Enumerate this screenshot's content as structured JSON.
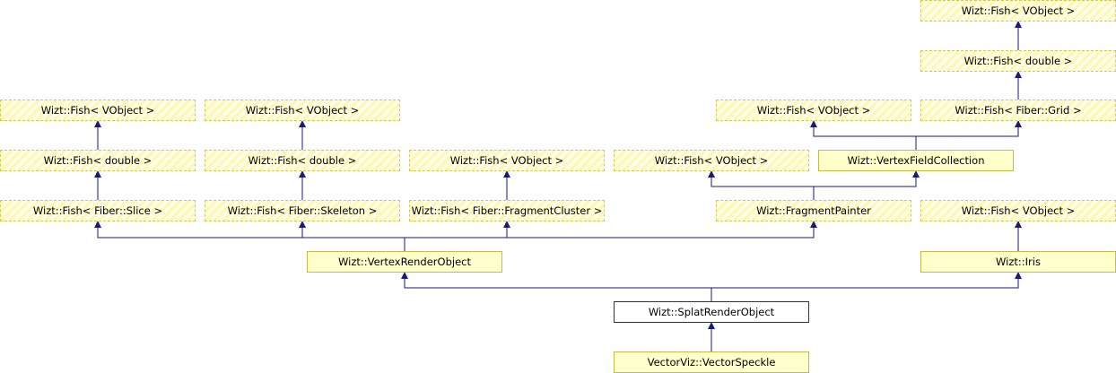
{
  "nodes": {
    "fish_vobject_top": "Wizt::Fish< VObject >",
    "fish_double_right": "Wizt::Fish< double >",
    "fish_vobject_1": "Wizt::Fish< VObject >",
    "fish_vobject_2": "Wizt::Fish< VObject >",
    "fish_vobject_5": "Wizt::Fish< VObject >",
    "fish_fiber_grid": "Wizt::Fish< Fiber::Grid >",
    "fish_double_1": "Wizt::Fish< double >",
    "fish_double_2": "Wizt::Fish< double >",
    "fish_vobject_3": "Wizt::Fish< VObject >",
    "fish_vobject_4": "Wizt::Fish< VObject >",
    "vertex_field_collection": "Wizt::VertexFieldCollection",
    "fish_fiber_slice": "Wizt::Fish< Fiber::Slice >",
    "fish_fiber_skeleton": "Wizt::Fish< Fiber::Skeleton >",
    "fish_fiber_fragmentcluster": "Wizt::Fish< Fiber::FragmentCluster >",
    "fragment_painter": "Wizt::FragmentPainter",
    "fish_vobject_6": "Wizt::Fish< VObject >",
    "vertex_render_object": "Wizt::VertexRenderObject",
    "iris": "Wizt::Iris",
    "splat_render_object": "Wizt::SplatRenderObject",
    "vector_speckle": "VectorViz::VectorSpeckle"
  },
  "edge_color": "#1a1a7a"
}
